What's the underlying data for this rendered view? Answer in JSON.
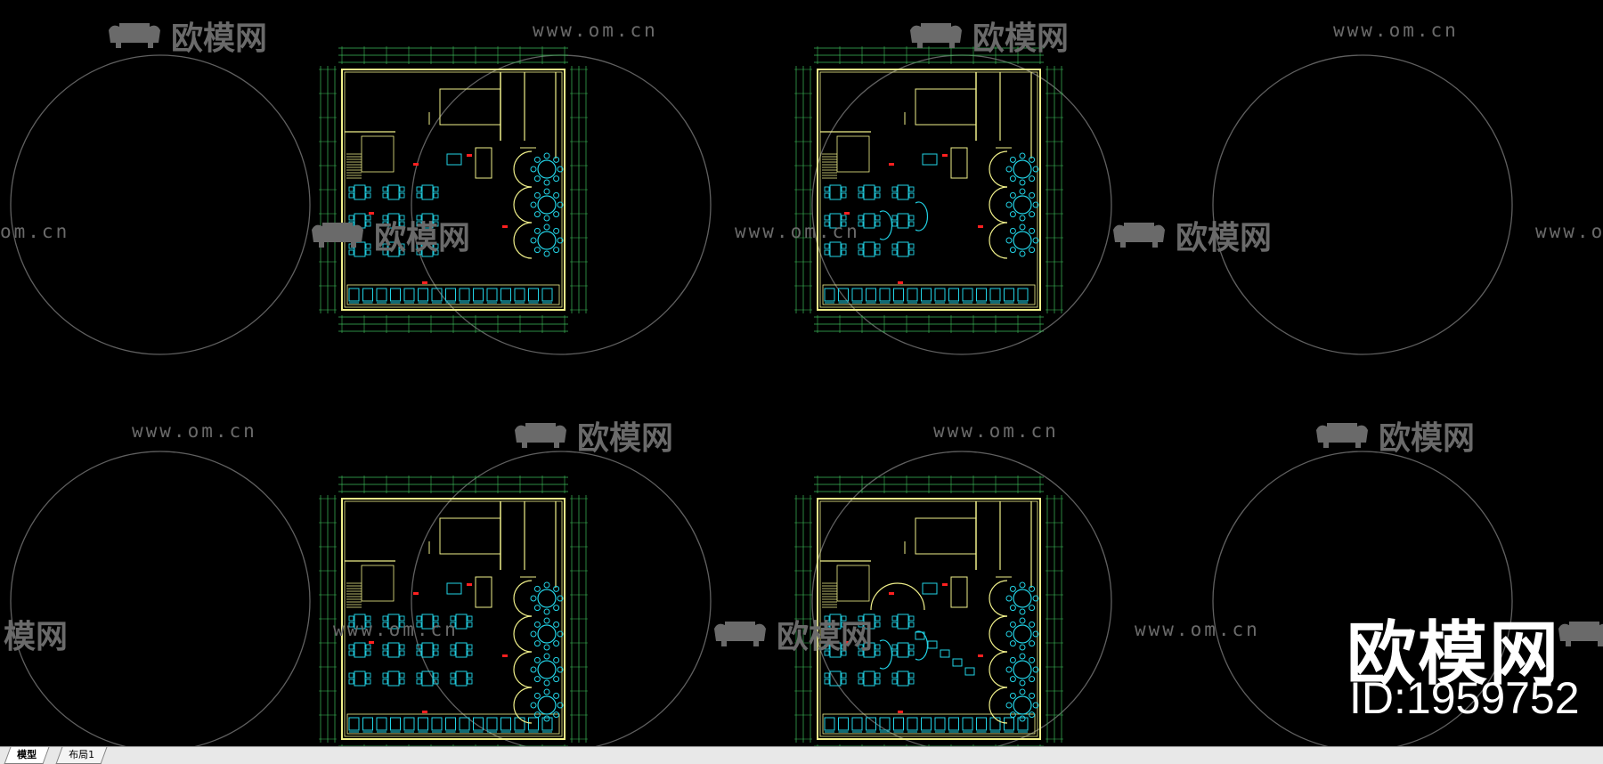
{
  "watermark": {
    "url": "www.om.cn",
    "url_partial": "om.cn",
    "brand": "欧模网",
    "brand_partial": "模网",
    "brand_right_partial": "欧"
  },
  "overlay": {
    "brand": "欧模网",
    "id_label": "ID:1959752"
  },
  "tabs": [
    {
      "label": "模型",
      "active": true
    },
    {
      "label": "布局1",
      "active": false
    }
  ],
  "colors": {
    "background": "#000000",
    "wall": "#f0f08a",
    "furniture": "#22d3e6",
    "dimension": "#3dbd5a",
    "accent": "#ff2020",
    "watermark": "#6a6a6a"
  },
  "icons": [
    "sofa-logo-icon"
  ]
}
